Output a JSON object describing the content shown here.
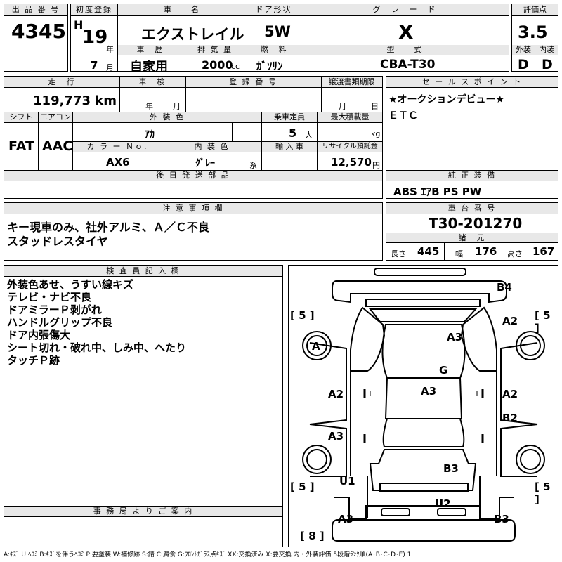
{
  "header": {
    "lot_no_label": "出 品 番 号",
    "lot_no": "4345",
    "first_reg_label": "初度登録",
    "era": "H",
    "year": "19",
    "year_unit": "年",
    "month": "7",
    "month_unit": "月",
    "car_name_label": "車　　名",
    "car_name": "エクストレイル",
    "door_label": "ドア形状",
    "door": "5W",
    "grade_label": "グ　レ　ー　ド",
    "grade": "X",
    "score_label": "評価点",
    "score": "3.5",
    "exterior_label": "外装",
    "exterior": "D",
    "interior_label": "内装",
    "interior": "D",
    "history_label": "車　歴",
    "history": "自家用",
    "displacement_label": "排 気 量",
    "displacement": "2000",
    "displacement_unit": "cc",
    "fuel_label": "燃　料",
    "fuel": "ｶﾞｿﾘﾝ",
    "model_label": "型　　式",
    "model": "CBA-T30"
  },
  "row2": {
    "mileage_label": "走　行",
    "mileage": "119,773 km",
    "inspection_label": "車　検",
    "insp_year": "年",
    "insp_month": "月",
    "reg_no_label": "登 録 番 号",
    "transfer_label": "譲渡書類期限",
    "transfer_month": "月",
    "transfer_day": "日",
    "shift_label": "シフト",
    "shift": "FAT",
    "ac_label": "エアコン",
    "ac": "AAC",
    "color_label": "外 装 色",
    "color": "ｱｶ",
    "capacity_label": "乗車定員",
    "capacity": "5",
    "capacity_unit": "人",
    "load_label": "最大積載量",
    "load_unit": "kg",
    "color_no_label": "カ ラ ー Ｎｏ.",
    "color_no": "AX6",
    "interior_color_label": "内 装 色",
    "interior_color": "ｸﾞﾚｰ",
    "interior_color_unit": "系",
    "import_label": "輸 入 車",
    "recycle_label": "リサイクル預託金",
    "recycle": "12,570",
    "recycle_unit": "円",
    "later_parts_label": "後 日 発 送 部 品"
  },
  "sales": {
    "label": "セ ー ル ス ポ イ ン ト",
    "line1": "★オークションデビュー★",
    "line2": "ＥＴＣ"
  },
  "genuine": {
    "label": "純 正 装 備",
    "value": "ABS ｴｱB PS PW"
  },
  "notes": {
    "label": "注 意 事 項 欄",
    "line1": "キー現車のみ、社外アルミ、Ａ／Ｃ不良",
    "line2": "スタッドレスタイヤ"
  },
  "chassis": {
    "label": "車 台 番 号",
    "value": "T30-201270",
    "spec_label": "諸　元",
    "length_label": "長さ",
    "length": "445",
    "width_label": "幅",
    "width": "176",
    "height_label": "高さ",
    "height": "167"
  },
  "inspector": {
    "label": "検 査 員 記 入 欄",
    "lines": [
      "外装色あせ、うすい線キズ",
      "テレビ・ナビ不良",
      "ドアミラーＰ剥がれ",
      "ハンドルグリップ不良",
      "ドア内張傷大",
      "シート切れ・破れ中、しみ中、へたり",
      "タッチＰ跡"
    ]
  },
  "office": {
    "label": "事 務 局 よ り ご 案 内"
  },
  "diagram": {
    "marks": [
      "B4",
      "A2",
      "A3",
      "A",
      "G",
      "A3",
      "A2",
      "A2",
      "B2",
      "A3",
      "B3",
      "U1",
      "U2",
      "A3",
      "B3"
    ],
    "tire_marks": [
      "5",
      "5",
      "5",
      "5",
      "8"
    ]
  },
  "legend": "A:ｷｽﾞ  U:ﾍｺﾐ  B:ｷｽﾞを伴うﾍｺﾐ  P:要塗装  W:補修跡  S:錆  C:腐食  G:ﾌﾛﾝﾄｶﾞﾗｽ点ｷｽﾞ  XX:交換済み  X:要交換   内・外装評価  5段階ﾗﾝｸ順(A･B･C･D･E) 1"
}
